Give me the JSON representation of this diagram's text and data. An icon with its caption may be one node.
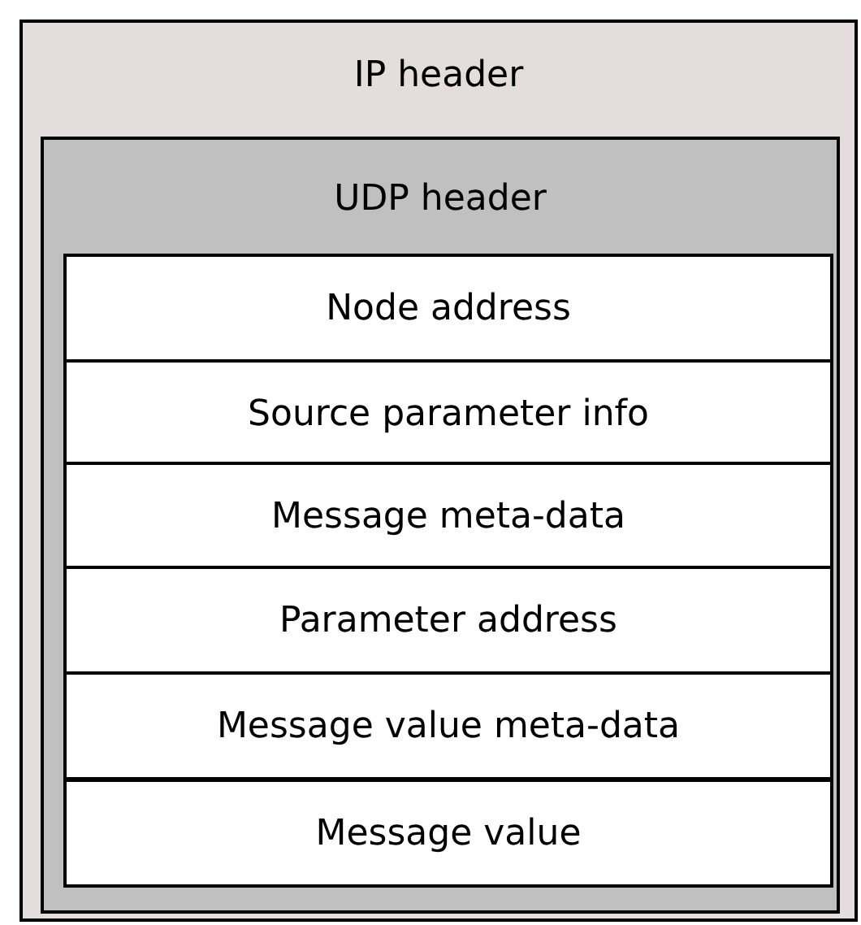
{
  "diagram": {
    "nodes": [
      {
        "text": [
          "IP header"
        ]
      },
      {
        "text": [
          "UDP header"
        ],
        "in": 0
      },
      {
        "text": [
          "Node address"
        ],
        "in": 1
      },
      {
        "text": [
          "Source parameter info"
        ],
        "in": 1
      },
      {
        "text": [
          "Message meta-data"
        ],
        "in": 1
      },
      {
        "text": [
          "Parameter address"
        ],
        "in": 1
      },
      {
        "text": [
          "Message value meta-data"
        ],
        "in": 1
      },
      {
        "text": [
          "Message value"
        ],
        "in": 1
      }
    ]
  }
}
